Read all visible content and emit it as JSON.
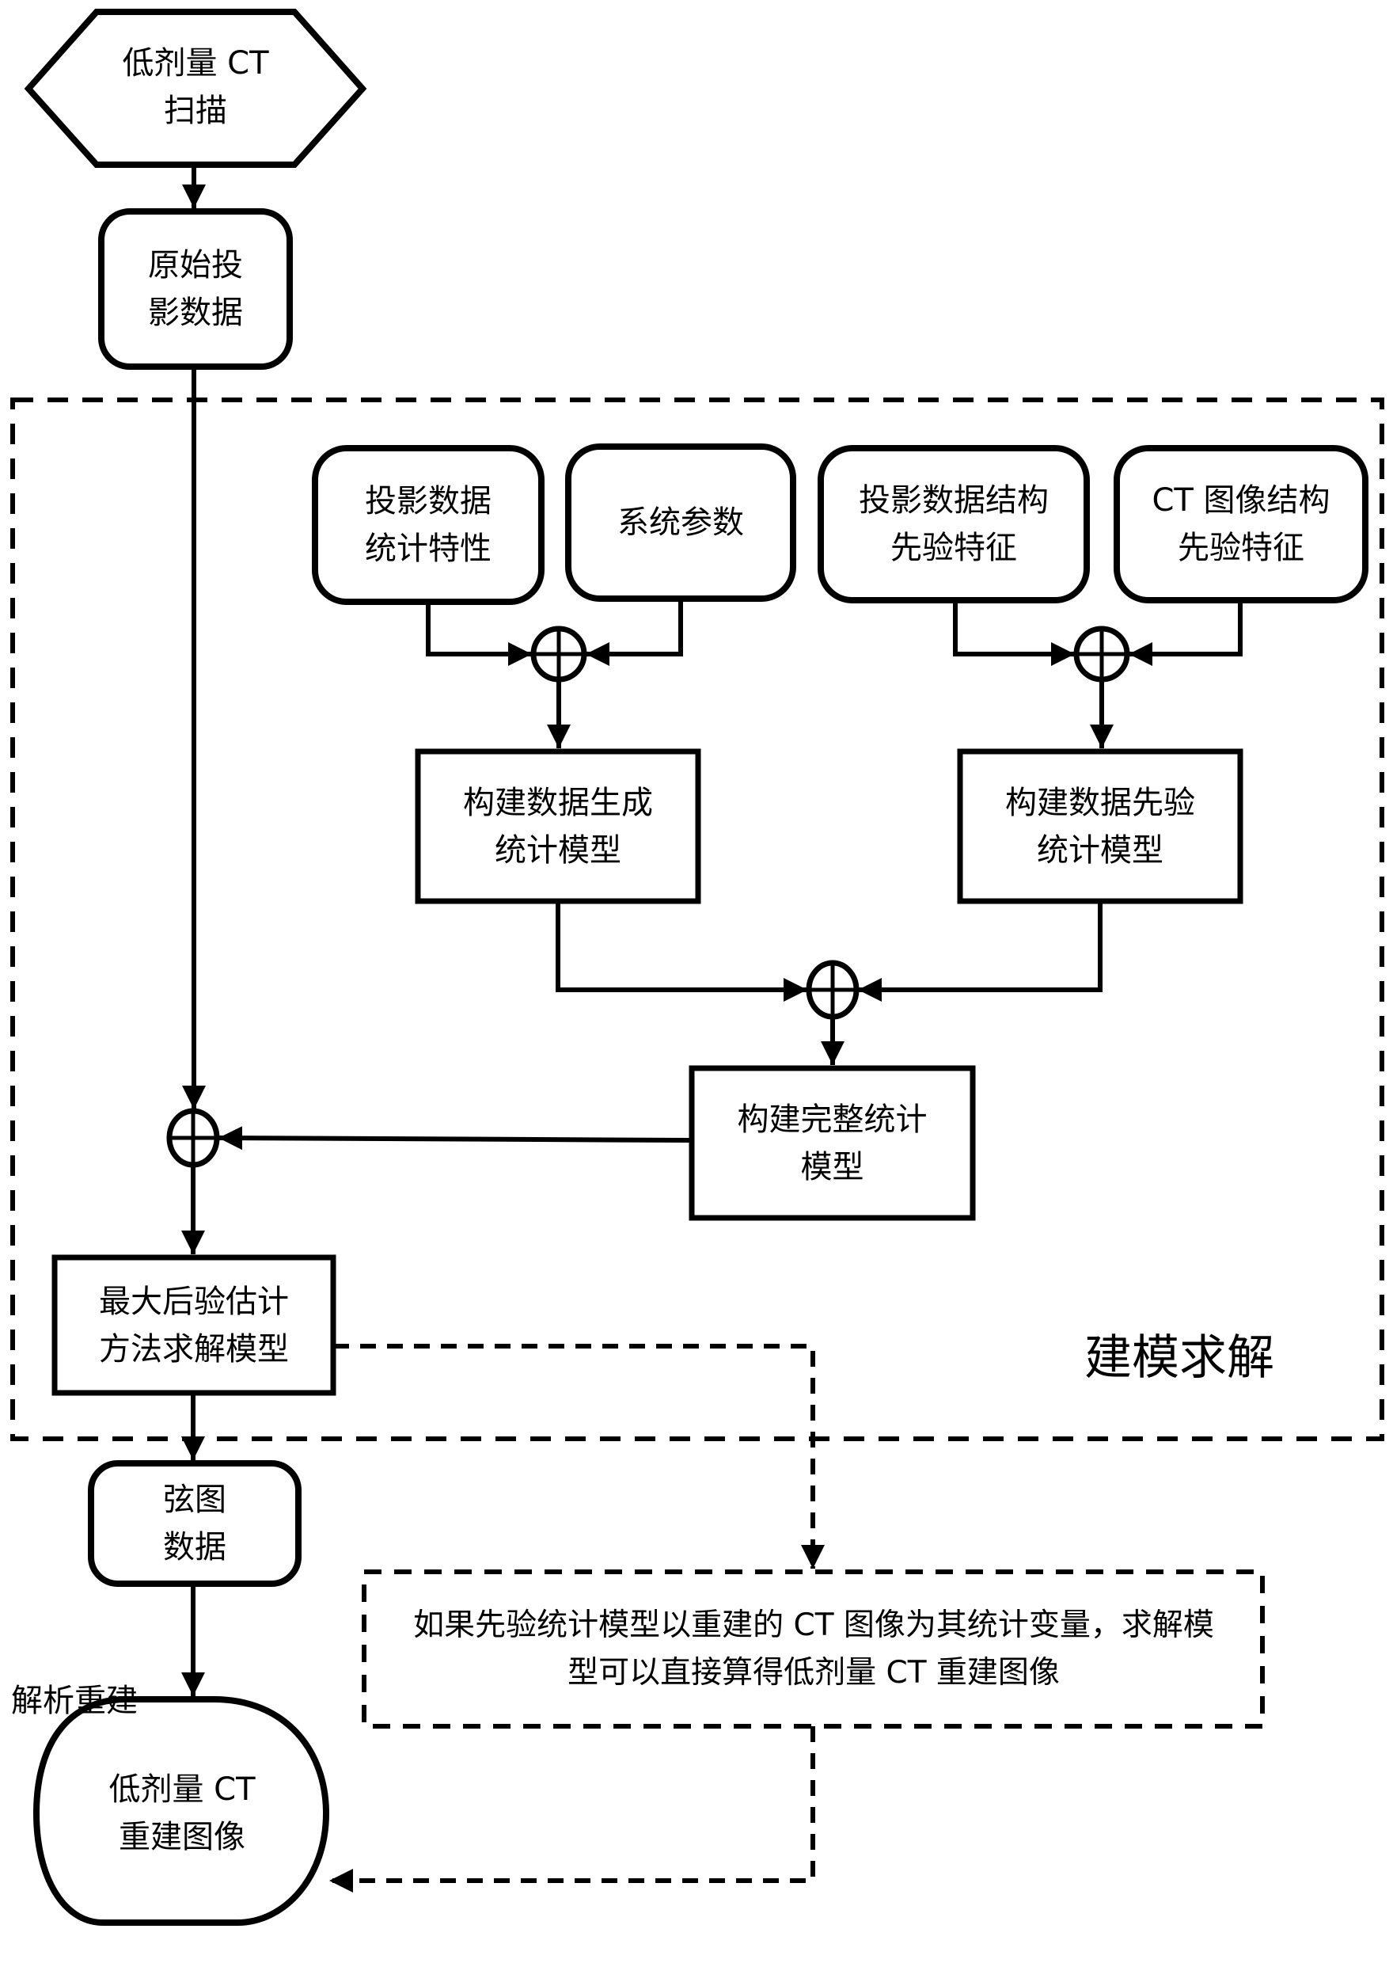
{
  "diagram": {
    "nodes": {
      "scan": {
        "shape": "hexagon",
        "label": "低剂量 CT\n扫描"
      },
      "raw_projection": {
        "shape": "rounded-rect",
        "label": "原始投\n影数据"
      },
      "proj_stats": {
        "shape": "rounded-rect",
        "label": "投影数据\n统计特性"
      },
      "system_params": {
        "shape": "rounded-rect",
        "label": "系统参数"
      },
      "proj_prior": {
        "shape": "rounded-rect",
        "label": "投影数据结构\n先验特征"
      },
      "image_prior": {
        "shape": "rounded-rect",
        "label": "CT 图像结构\n先验特征"
      },
      "gen_model": {
        "shape": "rect",
        "label": "构建数据生成\n统计模型"
      },
      "prior_model": {
        "shape": "rect",
        "label": "构建数据先验\n统计模型"
      },
      "full_model": {
        "shape": "rect",
        "label": "构建完整统计\n模型"
      },
      "map_solve": {
        "shape": "rect",
        "label": "最大后验估计\n方法求解模型"
      },
      "sinogram": {
        "shape": "rounded-rect",
        "label": "弦图\n数据"
      },
      "recon_image": {
        "shape": "terminal",
        "label": "低剂量 CT\n重建图像"
      },
      "note": {
        "shape": "dashed-rect",
        "label": "如果先验统计模型以重建的 CT 图像为其统计变量，求解模\n型可以直接算得低剂量 CT 重建图像"
      }
    },
    "junctions": [
      "sum-1",
      "sum-2",
      "sum-3",
      "sum-4"
    ],
    "group": {
      "label": "建模求解",
      "style": "dashed"
    },
    "edge_labels": {
      "analytic_recon": "解析重建"
    },
    "edges": [
      {
        "from": "scan",
        "to": "raw_projection",
        "style": "solid"
      },
      {
        "from": "raw_projection",
        "to": "sum-4",
        "style": "solid"
      },
      {
        "from": "proj_stats",
        "to": "sum-1",
        "style": "solid"
      },
      {
        "from": "system_params",
        "to": "sum-1",
        "style": "solid"
      },
      {
        "from": "sum-1",
        "to": "gen_model",
        "style": "solid"
      },
      {
        "from": "proj_prior",
        "to": "sum-2",
        "style": "solid"
      },
      {
        "from": "image_prior",
        "to": "sum-2",
        "style": "solid"
      },
      {
        "from": "sum-2",
        "to": "prior_model",
        "style": "solid"
      },
      {
        "from": "gen_model",
        "to": "sum-3",
        "style": "solid"
      },
      {
        "from": "prior_model",
        "to": "sum-3",
        "style": "solid"
      },
      {
        "from": "sum-3",
        "to": "full_model",
        "style": "solid"
      },
      {
        "from": "full_model",
        "to": "sum-4",
        "style": "solid"
      },
      {
        "from": "sum-4",
        "to": "map_solve",
        "style": "solid"
      },
      {
        "from": "map_solve",
        "to": "sinogram",
        "style": "solid"
      },
      {
        "from": "sinogram",
        "to": "recon_image",
        "style": "solid",
        "label": "解析重建"
      },
      {
        "from": "map_solve",
        "to": "note",
        "style": "dashed"
      },
      {
        "from": "note",
        "to": "recon_image",
        "style": "dashed"
      }
    ]
  }
}
